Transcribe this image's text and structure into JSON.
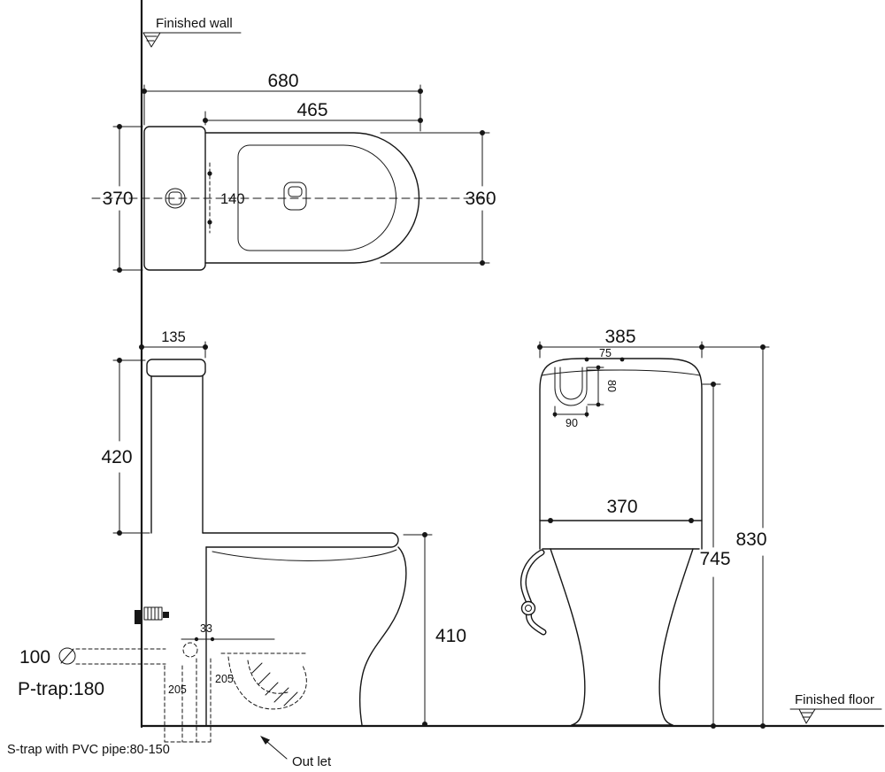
{
  "drawing": {
    "labels": {
      "finished_wall": "Finished wall",
      "finished_floor": "Finished floor",
      "s_trap_note": "S-trap with PVC pipe:80-150",
      "outlet": "Out let",
      "p_trap": "P-trap:180",
      "diameter_value": "100"
    },
    "top_view": {
      "d680": "680",
      "d465": "465",
      "d370": "370",
      "d360": "360",
      "d140": "140"
    },
    "side_view": {
      "d135": "135",
      "d420": "420",
      "d410": "410",
      "d205_left": "205",
      "d205_right": "205",
      "d33": "33"
    },
    "front_view": {
      "d385": "385",
      "d75": "75",
      "d80": "80",
      "d90": "90",
      "d370": "370",
      "d745": "745",
      "d830": "830"
    }
  }
}
